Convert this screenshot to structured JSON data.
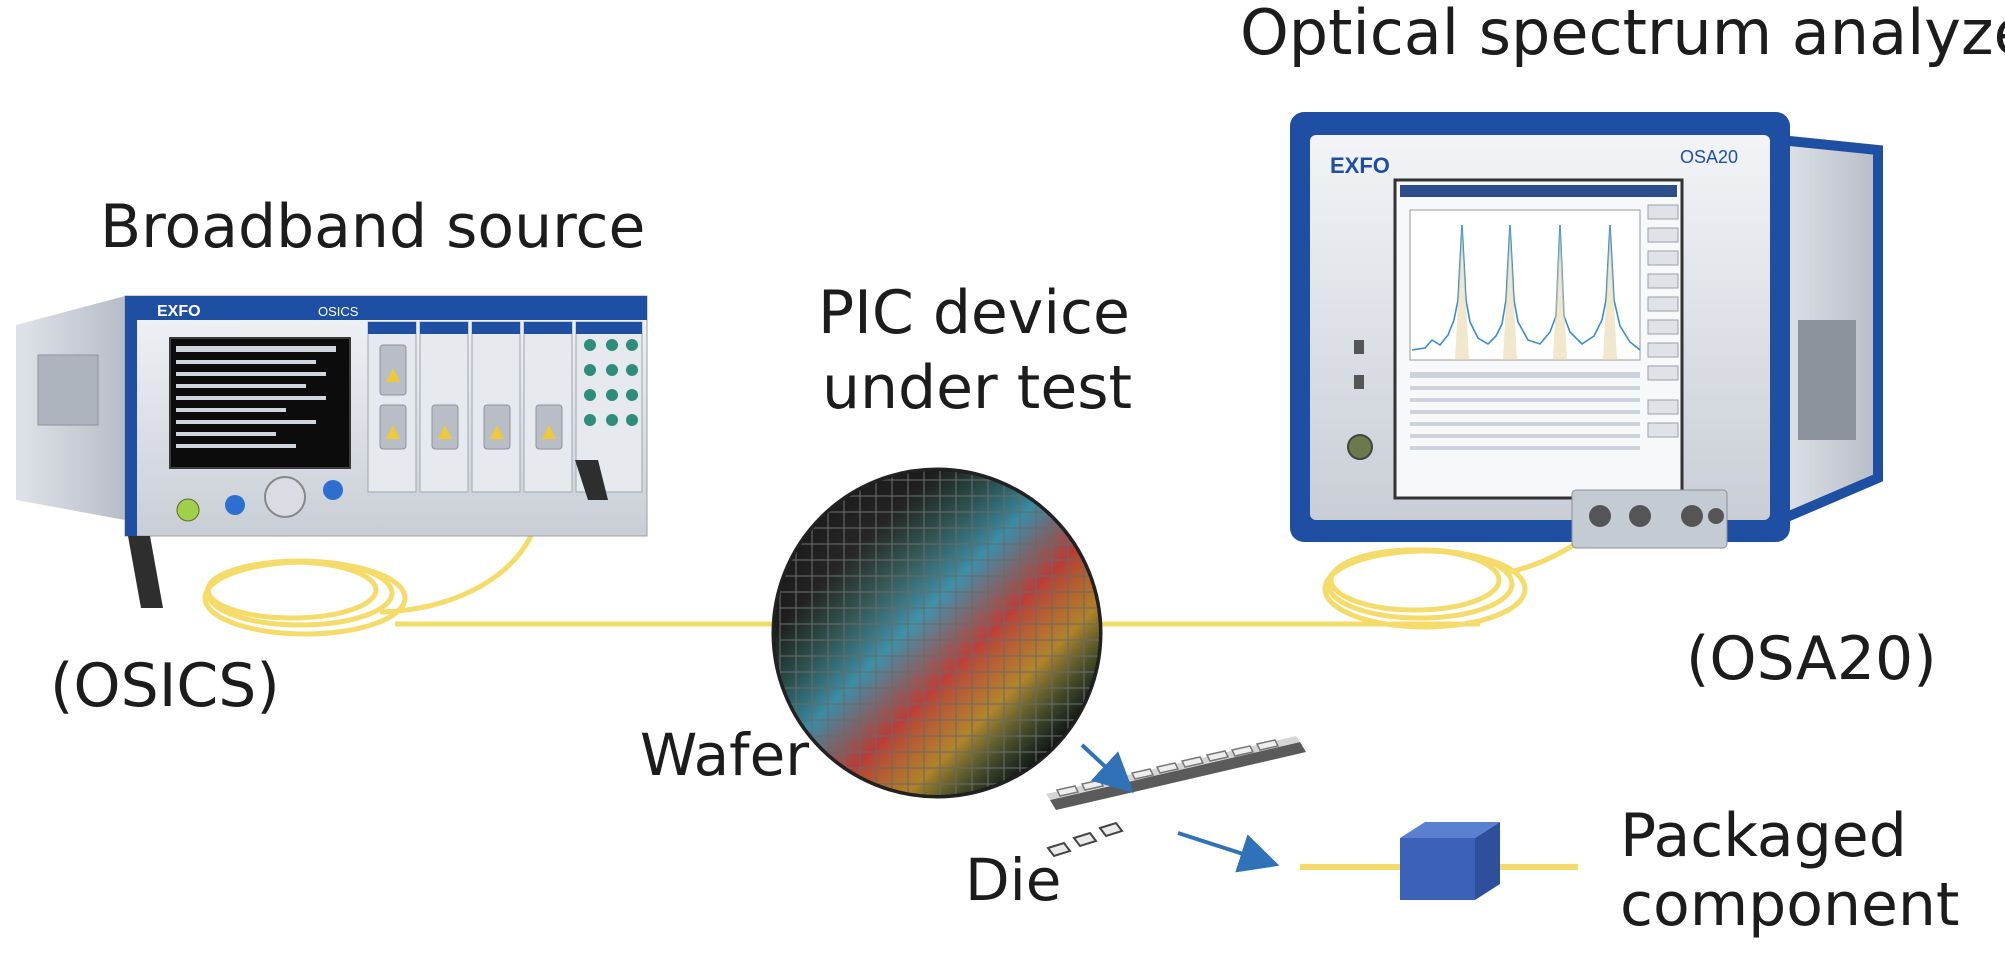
{
  "labels": {
    "osa_title": "Optical spectrum analyzer",
    "source_title": "Broadband source",
    "pic_line1": "PIC device",
    "pic_line2": "under test",
    "osics": "(OSICS)",
    "osa20": "(OSA20)",
    "wafer": "Wafer",
    "die": "Die",
    "packaged_line1": "Packaged",
    "packaged_line2": "component"
  },
  "instruments": {
    "source_brand": "EXFO",
    "source_model": "OSICS",
    "osa_brand": "EXFO",
    "osa_model": "OSA20"
  },
  "colors": {
    "fiber": "#f5dc6a",
    "arrow": "#2f72b8",
    "package": "#3b62b8",
    "instrument_blue": "#1f4fa3",
    "text": "#1c1c1c"
  }
}
